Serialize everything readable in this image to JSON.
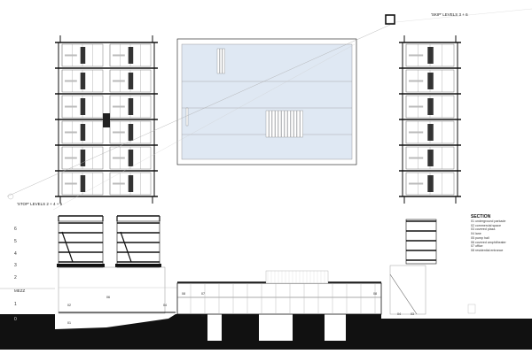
{
  "plans": {
    "stop_label": "'STOP' LEVELS 2 + 4 + 5",
    "skip_label": "'SKIP' LEVELS 3 + 6"
  },
  "section": {
    "levels": [
      "6",
      "5",
      "4",
      "3",
      "2",
      "MEZZ",
      "1",
      "0"
    ],
    "space_tags": [
      "01",
      "02",
      "06",
      "04",
      "08",
      "07",
      "05",
      "08",
      "04",
      "03"
    ]
  },
  "legend": {
    "title": "SECTION",
    "items": [
      "01 underground parkade",
      "02 commercial space",
      "03 covered plaza",
      "04 lane",
      "05 pump hall",
      "06 covered amphitheater",
      "07 office",
      "08 residential entrance"
    ]
  },
  "colors": {
    "ink": "#111111",
    "roof_glass": "#dfe8f3",
    "grid": "#999999"
  }
}
